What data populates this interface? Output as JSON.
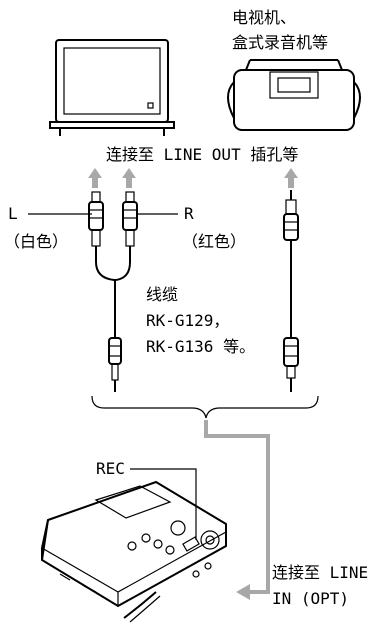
{
  "labels": {
    "tv_label_line1": "电视机、",
    "tv_label_line2": "盒式录音机等",
    "connect_line_out": "连接至 LINE OUT 插孔等",
    "left_l": "L",
    "left_color": "（白色）",
    "right_r": "R",
    "right_color": "（红色）",
    "cable_line1": "线缆",
    "cable_line2": "RK-G129，",
    "cable_line3": "RK-G136 等。",
    "rec": "REC",
    "connect_line_in_1": "连接至 LINE",
    "connect_line_in_2": "IN (OPT)"
  }
}
